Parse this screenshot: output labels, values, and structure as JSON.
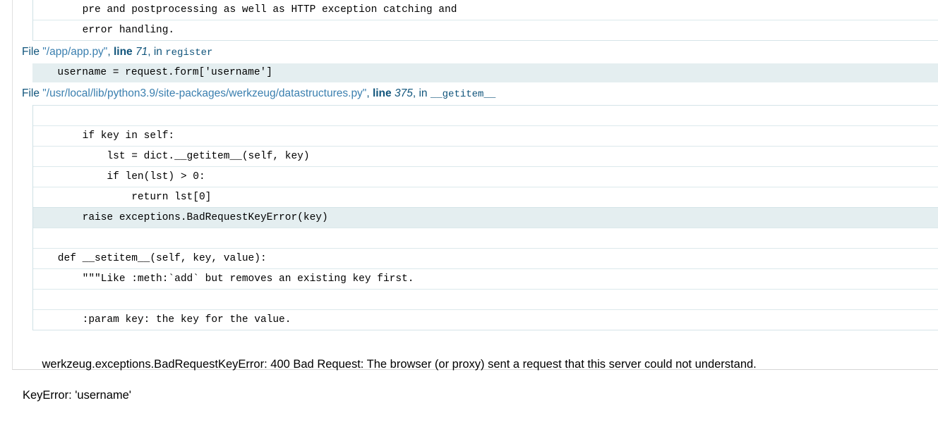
{
  "page": {
    "title": "Werkzeug Debugger Traceback",
    "colors": {
      "link_blue": "#3a7faf",
      "header_blue": "#11557c",
      "highlight_row": "#e4eef0",
      "row_border": "#dce9ec",
      "page_border": "#e0e0e0"
    }
  },
  "frames": [
    {
      "id": "frame-flask-app",
      "partial_top": true,
      "lines": [
        {
          "text": "        pre and postprocessing as well as HTTP exception catching and",
          "current": false
        },
        {
          "text": "        error handling.",
          "current": false
        }
      ]
    },
    {
      "id": "frame-app-py",
      "file_kw": "File",
      "filename": "\"/app/app.py\"",
      "line_kw": "line",
      "lineno": "71",
      "in_kw": "in",
      "funcname": "register",
      "single_line": "  username = request.form['username']"
    },
    {
      "id": "frame-datastructures-py",
      "file_kw": "File",
      "filename": "\"/usr/local/lib/python3.9/site-packages/werkzeug/datastructures.py\"",
      "line_kw": "line",
      "lineno": "375",
      "in_kw": "in",
      "funcname": "__getitem__",
      "lines": [
        {
          "text": "",
          "current": false
        },
        {
          "text": "        if key in self:",
          "current": false
        },
        {
          "text": "            lst = dict.__getitem__(self, key)",
          "current": false
        },
        {
          "text": "            if len(lst) > 0:",
          "current": false
        },
        {
          "text": "                return lst[0]",
          "current": false
        },
        {
          "text": "        raise exceptions.BadRequestKeyError(key)",
          "current": true
        },
        {
          "text": "",
          "current": false
        },
        {
          "text": "    def __setitem__(self, key, value):",
          "current": false
        },
        {
          "text": "        \"\"\"Like :meth:`add` but removes an existing key first.",
          "current": false
        },
        {
          "text": "",
          "current": false
        },
        {
          "text": "        :param key: the key for the value.",
          "current": false
        }
      ]
    }
  ],
  "exception": {
    "line1": "werkzeug.exceptions.BadRequestKeyError: 400 Bad Request: The browser (or proxy) sent a request that this server could not understand.",
    "line2": "KeyError: 'username'"
  }
}
